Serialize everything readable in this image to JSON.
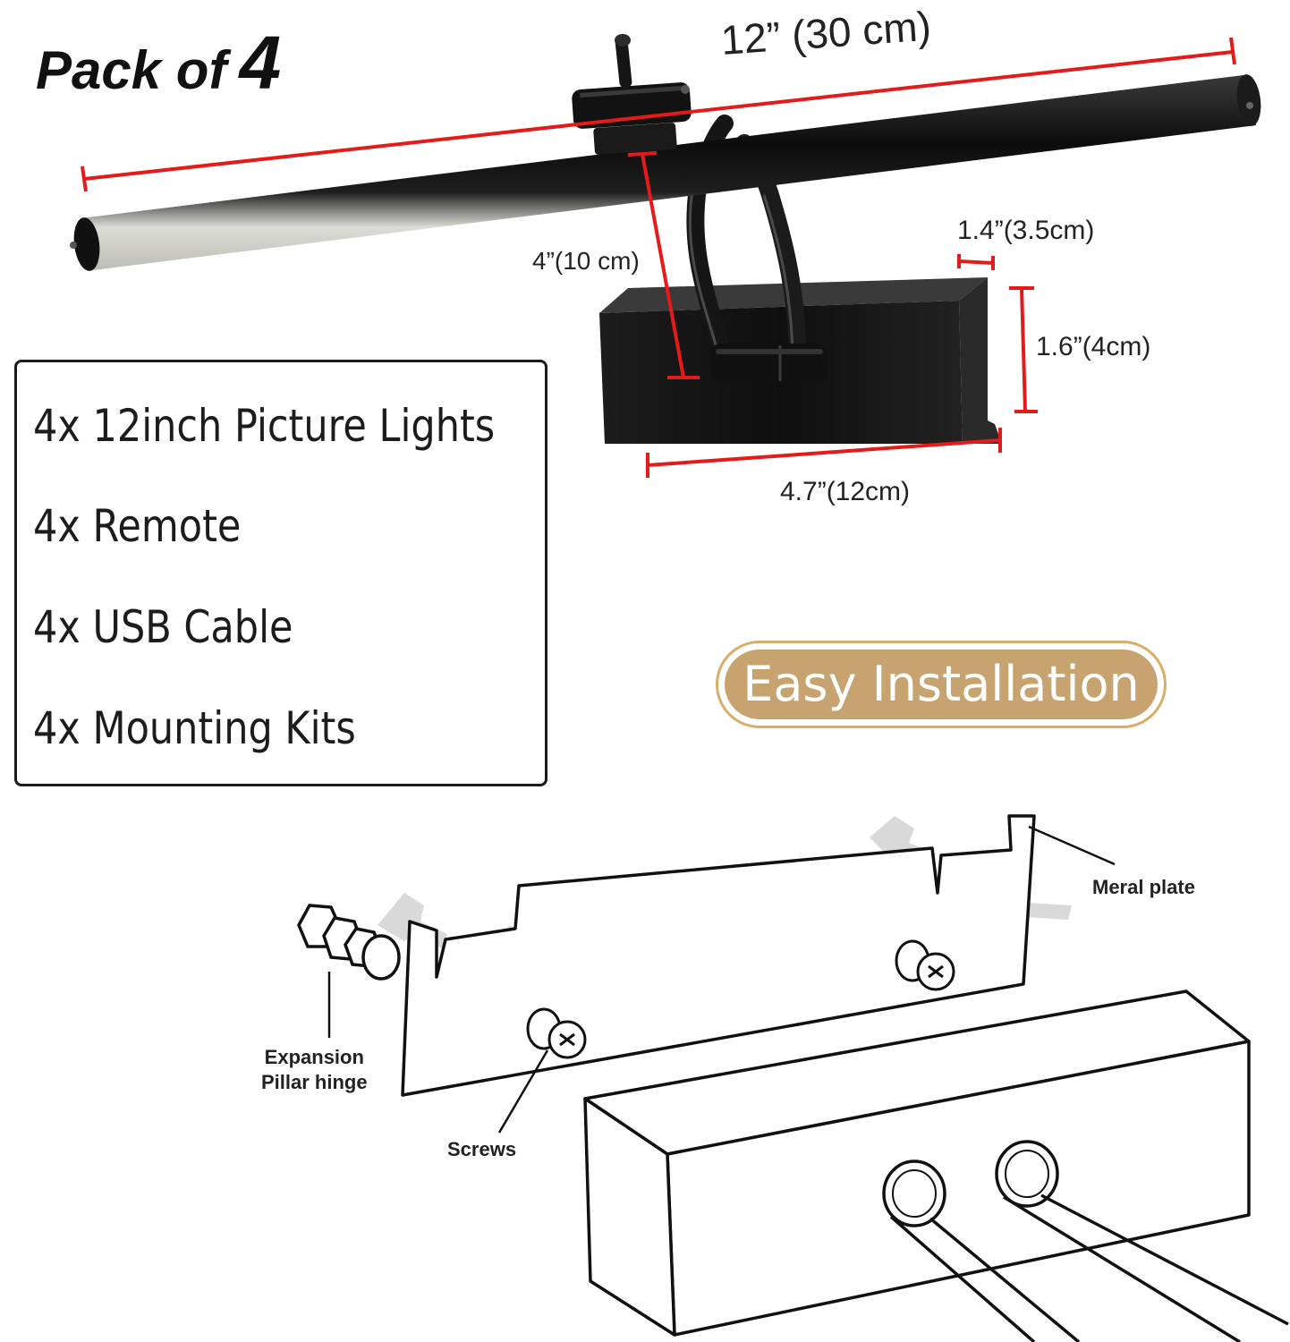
{
  "header": {
    "pack_prefix": "Pack of",
    "pack_count": "4"
  },
  "dimensions": {
    "length": "12” (30 cm)",
    "arm": "4”(10 cm)",
    "depth": "1.4”(3.5cm)",
    "height": "1.6”(4cm)",
    "width": "4.7”(12cm)"
  },
  "contents": {
    "items": [
      "4x 12inch Picture Lights",
      "4x Remote",
      "4x USB Cable",
      "4x Mounting Kits"
    ]
  },
  "badge": {
    "label": "Easy Installation"
  },
  "diagram": {
    "labels": {
      "metal_plate": "Meral plate",
      "expansion_line1": "Expansion",
      "expansion_line2": "Pillar hinge",
      "screws": "Screws"
    }
  },
  "colors": {
    "dimension_line": "#e51b1b",
    "badge_gold": "#c7a370",
    "badge_border": "#d9ad68",
    "lamp_body": "#141414"
  },
  "icons": [
    "picture-light-photo",
    "mounting-diagram"
  ]
}
